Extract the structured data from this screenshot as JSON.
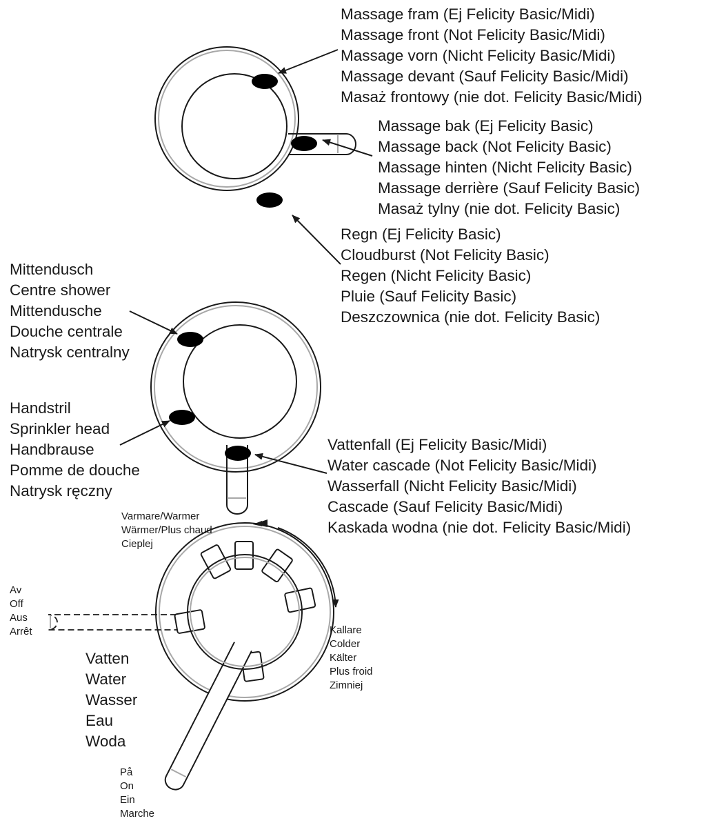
{
  "diagram": {
    "top_head": {
      "front_massage": [
        "Massage fram (Ej Felicity Basic/Midi)",
        "Massage front (Not Felicity Basic/Midi)",
        "Massage vorn (Nicht Felicity Basic/Midi)",
        "Massage devant (Sauf Felicity Basic/Midi)",
        "Masaż frontowy (nie dot. Felicity Basic/Midi)"
      ],
      "back_massage": [
        "Massage bak (Ej Felicity Basic)",
        "Massage back (Not Felicity Basic)",
        "Massage hinten (Nicht Felicity Basic)",
        "Massage derrière (Sauf Felicity Basic)",
        "Masaż tylny (nie dot. Felicity Basic)"
      ],
      "cloudburst": [
        "Regn (Ej Felicity Basic)",
        "Cloudburst (Not Felicity Basic)",
        "Regen (Nicht Felicity Basic)",
        "Pluie (Sauf Felicity Basic)",
        "Deszczownica (nie dot. Felicity Basic)"
      ]
    },
    "middle_head": {
      "centre_shower": [
        "Mittendusch",
        "Centre shower",
        "Mittendusche",
        "Douche centrale",
        "Natrysk centralny"
      ],
      "sprinkler_head": [
        "Handstril",
        "Sprinkler head",
        "Handbrause",
        "Pomme de douche",
        "Natrysk ręczny"
      ],
      "water_cascade": [
        "Vattenfall (Ej Felicity Basic/Midi)",
        "Water cascade (Not Felicity Basic/Midi)",
        "Wasserfall (Nicht Felicity Basic/Midi)",
        "Cascade (Sauf Felicity Basic/Midi)",
        "Kaskada wodna (nie dot. Felicity Basic/Midi)"
      ]
    },
    "mixer": {
      "warmer": [
        "Varmare/Warmer",
        "Wärmer/Plus chaud",
        "Cieplej"
      ],
      "colder": [
        "Kallare",
        "Colder",
        "Kälter",
        "Plus froid",
        "Zimniej"
      ],
      "off": [
        "Av",
        "Off",
        "Aus",
        "Arrêt"
      ],
      "water": [
        "Vatten",
        "Water",
        "Wasser",
        "Eau",
        "Woda"
      ],
      "on": [
        "På",
        "On",
        "Ein",
        "Marche"
      ]
    }
  }
}
